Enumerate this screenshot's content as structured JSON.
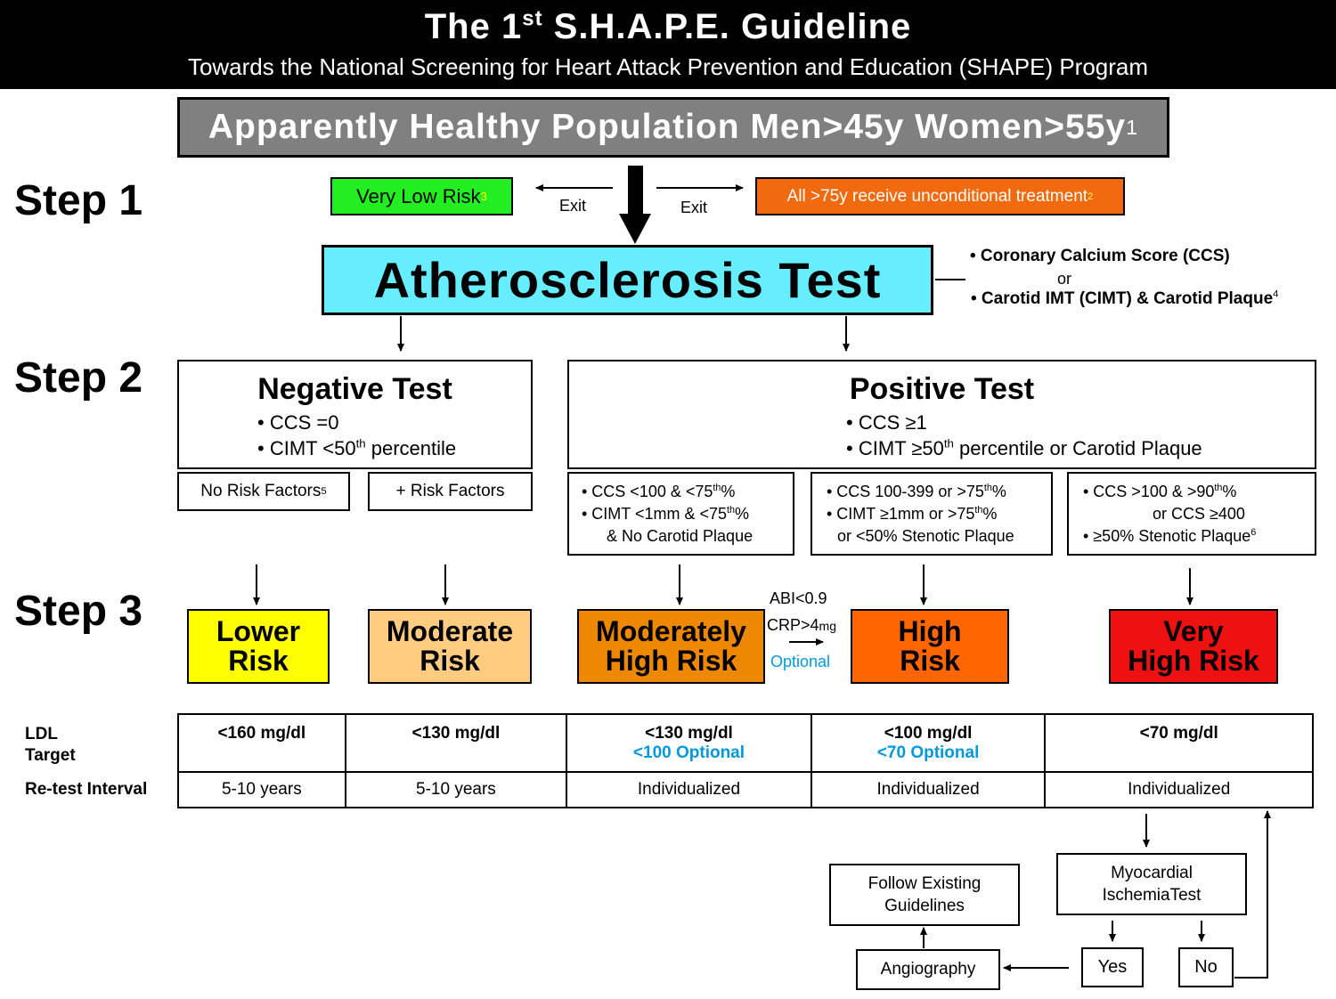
{
  "header": {
    "title_pre": "The 1",
    "title_sup": "st",
    "title_post": " S.H.A.P.E. Guideline",
    "subtitle": "Towards the National Screening for Heart Attack Prevention and Education (SHAPE) Program"
  },
  "population": {
    "text": "Apparently Healthy Population Men>45y Women>55y",
    "ref": "1"
  },
  "steps": {
    "s1": "Step 1",
    "s2": "Step 2",
    "s3": "Step 3"
  },
  "exits": {
    "left_label": "Very Low Risk",
    "left_ref": "3",
    "right_label": "All >75y receive unconditional treatment",
    "right_ref": "2",
    "exit_text": "Exit"
  },
  "athero": {
    "title": "Atherosclerosis Test",
    "option1": "• Coronary Calcium Score (CCS)",
    "or": "or",
    "option2": "• Carotid IMT (CIMT) & Carotid Plaque",
    "option2_ref": "4"
  },
  "negative": {
    "title": "Negative Test",
    "line1": "• CCS =0",
    "line2_pre": "• CIMT <50",
    "line2_sup": "th",
    "line2_post": " percentile",
    "sub1": "No Risk Factors",
    "sub1_ref": "5",
    "sub2": "+ Risk Factors"
  },
  "positive": {
    "title": "Positive Test",
    "line1": "• CCS  ≥1",
    "line2_pre": "• CIMT ≥50",
    "line2_sup": "th",
    "line2_post": " percentile or Carotid Plaque",
    "sub1": {
      "l1_pre": "• CCS  <100   & <75",
      "l1_sup": "th",
      "l1_post": "%",
      "l2_pre": "• CIMT <1mm & <75",
      "l2_sup": "th",
      "l2_post": "%",
      "l3": "& No Carotid Plaque"
    },
    "sub2": {
      "l1_pre": "• CCS 100-399 or >75",
      "l1_sup": "th",
      "l1_post": "%",
      "l2_pre": "• CIMT  ≥1mm  or >75",
      "l2_sup": "th",
      "l2_post": "%",
      "l3": "or <50% Stenotic Plaque"
    },
    "sub3": {
      "l1_pre": "• CCS >100 & >90",
      "l1_sup": "th",
      "l1_post": "%",
      "l2": "or CCS ≥400",
      "l3": "• ≥50% Stenotic Plaque",
      "l3_ref": "6"
    }
  },
  "risks": {
    "lower": {
      "l1": "Lower",
      "l2": "Risk",
      "color": "#ffff00"
    },
    "moderate": {
      "l1": "Moderate",
      "l2": "Risk",
      "color": "#ffcc80"
    },
    "mod_high": {
      "l1": "Moderately",
      "l2": "High Risk",
      "color": "#ee8800"
    },
    "high": {
      "l1": "High",
      "l2": "Risk",
      "color": "#ff6600"
    },
    "very_high": {
      "l1": "Very",
      "l2": "High Risk",
      "color": "#ee1111"
    }
  },
  "markers": {
    "abi": "ABI<0.9",
    "crp": "CRP>4",
    "crp_unit": "mg",
    "optional": "Optional"
  },
  "table": {
    "row1_label_l1": "LDL",
    "row1_label_l2": "Target",
    "row2_label": "Re-test Interval",
    "ldl": [
      "<160 mg/dl",
      "<130 mg/dl",
      "<130 mg/dl",
      "<100 mg/dl",
      "<70 mg/dl"
    ],
    "ldl_optional": [
      "",
      "",
      "<100 Optional",
      "<70 Optional",
      ""
    ],
    "retest": [
      "5-10 years",
      "5-10 years",
      "Individualized",
      "Individualized",
      "Individualized"
    ]
  },
  "flow": {
    "ischemia_l1": "Myocardial",
    "ischemia_l2": "IschemiaTest",
    "follow_l1": "Follow Existing",
    "follow_l2": "Guidelines",
    "angio": "Angiography",
    "yes": "Yes",
    "no": "No"
  }
}
